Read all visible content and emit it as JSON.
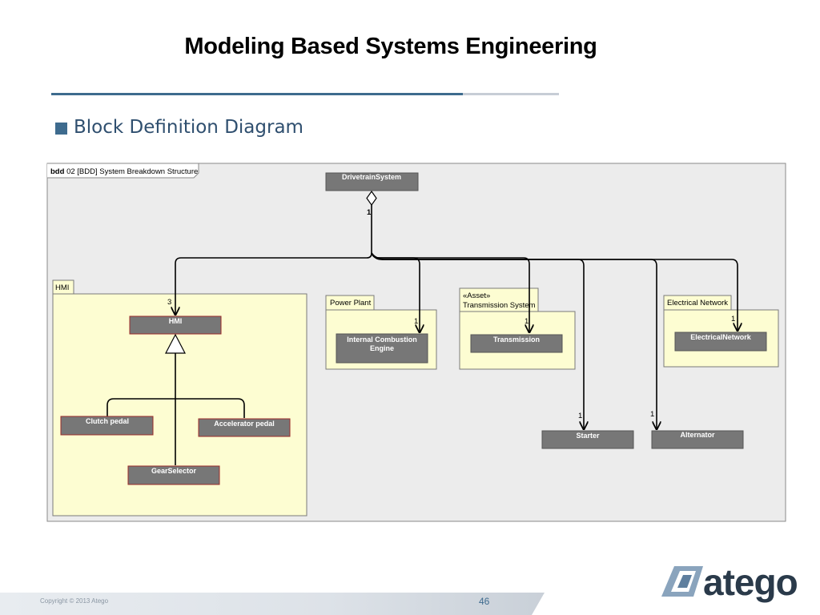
{
  "slide": {
    "title": "Modeling Based Systems Engineering",
    "bullet": "Block Definition Diagram",
    "page_number": "46",
    "copyright": "Copyright © 2013 Atego",
    "logo": "atego"
  },
  "diagram": {
    "frame_keyword": "bdd",
    "frame_name": "02 [BDD] System Breakdown Structure",
    "root_block": "DrivetrainSystem",
    "root_multiplicity": "1",
    "packages": {
      "hmi": "HMI",
      "power_plant": "Power Plant",
      "transmission_stereotype": "«Asset»",
      "transmission": "Transmission System",
      "electrical": "Electrical Network"
    },
    "blocks": {
      "hmi": "HMI",
      "clutch": "Clutch pedal",
      "accelerator": "Accelerator pedal",
      "gear_selector": "GearSelector",
      "engine_line1": "Internal Combustion",
      "engine_line2": "Engine",
      "transmission": "Transmission",
      "electrical": "ElectricalNetwork",
      "starter": "Starter",
      "alternator": "Alternator"
    },
    "multiplicities": {
      "hmi": "3",
      "engine": "1",
      "transmission": "1",
      "electrical": "1",
      "starter": "1",
      "alternator": "1"
    }
  }
}
